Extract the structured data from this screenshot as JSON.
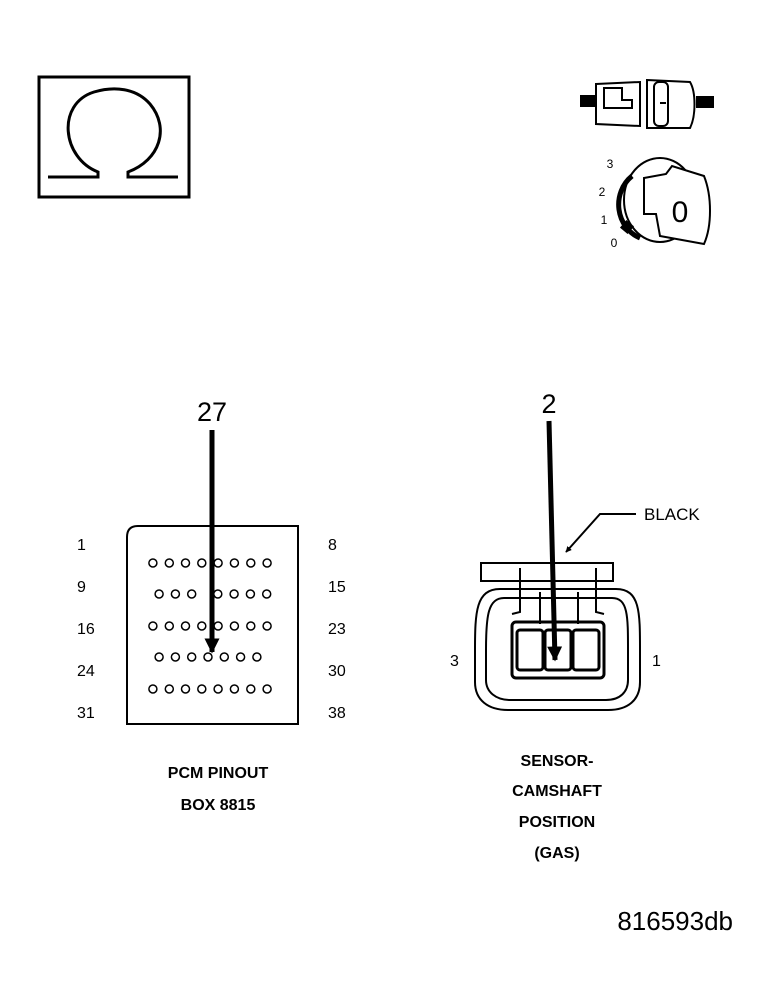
{
  "ohmmeter_symbol": {
    "icon": "omega-icon"
  },
  "connector_icon": {
    "icon": "disconnected-connector-icon"
  },
  "ignition_switch": {
    "icon": "ignition-key-icon",
    "positions": [
      "3",
      "2",
      "1",
      "0"
    ],
    "key_position": "0"
  },
  "pcm_connector": {
    "pin_callout": "27",
    "row_start_labels": [
      "1",
      "9",
      "16",
      "24",
      "31"
    ],
    "row_end_labels": [
      "8",
      "15",
      "23",
      "30",
      "38"
    ],
    "pins_per_row": [
      8,
      7,
      8,
      7,
      8
    ],
    "caption_line1": "PCM PINOUT",
    "caption_line2": "BOX 8815"
  },
  "sensor_connector": {
    "pin_callout": "2",
    "color_label": "BLACK",
    "left_pin_label": "3",
    "right_pin_label": "1",
    "caption_lines": [
      "SENSOR-",
      "CAMSHAFT",
      "POSITION",
      "(GAS)"
    ]
  },
  "figure_id": "816593db"
}
